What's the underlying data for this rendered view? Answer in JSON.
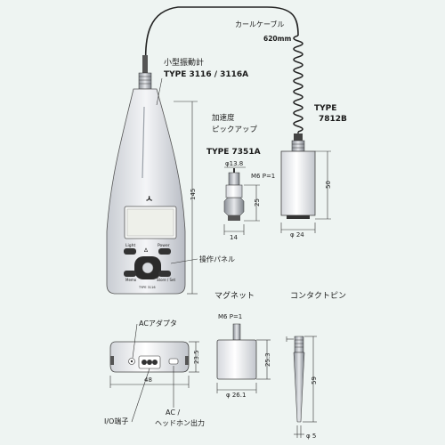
{
  "labels": {
    "curl_cable": "カールケーブル",
    "cable_length": "620mm",
    "meter_name": "小型振動計",
    "meter_type": "TYPE 3116 / 3116A",
    "accel_1": "加速度",
    "accel_2": "ピックアップ",
    "type_7351a": "TYPE 7351A",
    "type_7812b_1": "TYPE",
    "type_7812b_2": "7812B",
    "panel": "操作パネル",
    "magnet": "マグネット",
    "contact_pin": "コンタクトピン",
    "ac_adapter": "ACアダプタ",
    "io_terminal": "I/O端子",
    "ac_out_1": "AC /",
    "ac_out_2": "ヘッドホン出力"
  },
  "buttons": {
    "light": "Light",
    "power": "Power",
    "memo": "Memo",
    "store": "Store / Set",
    "model": "TYPE 3116"
  },
  "dims": {
    "d145": "145",
    "d138": "φ13.8",
    "m6a": "M6 P=1",
    "d25": "25",
    "d14": "14",
    "d50": "50",
    "d24": "φ 24",
    "m6b": "M6 P=1",
    "d253": "25.3",
    "d261": "φ 26.1",
    "d59": "59",
    "d5": "φ 5",
    "d235": "23.5",
    "d48": "48"
  }
}
